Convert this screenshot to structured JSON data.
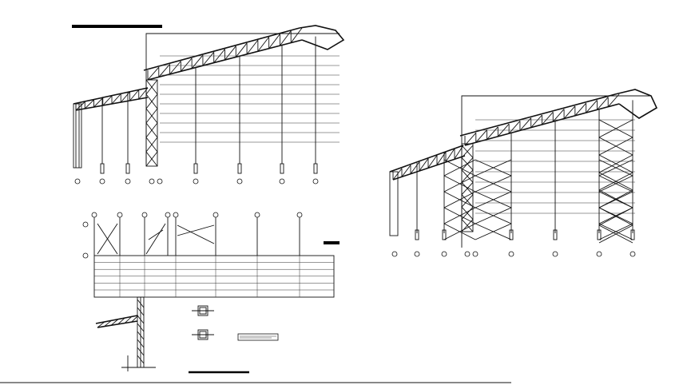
{
  "drawing": {
    "background": "#ffffff",
    "line_color": "#111111",
    "views": [
      {
        "name": "left-truss-elevation"
      },
      {
        "name": "right-truss-elevation-braced"
      },
      {
        "name": "wall-bracing-elevation"
      },
      {
        "name": "connection-detail"
      }
    ]
  }
}
